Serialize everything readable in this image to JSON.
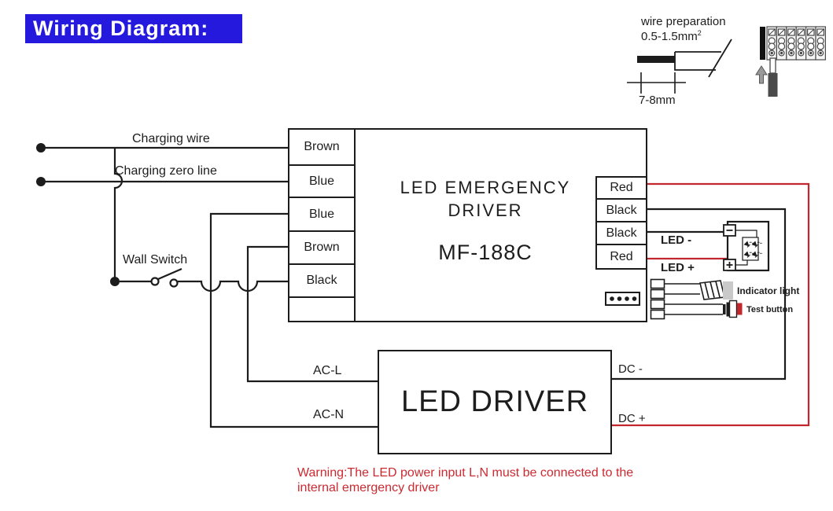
{
  "title": "Wiring Diagram:",
  "colors": {
    "title_bg": "#2419dd",
    "title_text": "#ffffff",
    "wire_black": "#1c1c1c",
    "wire_red": "#c2272e",
    "warning_text": "#cc2a31",
    "indicator_gray": "#c9c9c9"
  },
  "wire_preparation": {
    "label": "wire preparation",
    "size_range": "0.5-1.5mm",
    "size_superscript": "2",
    "strip_length": "7-8mm"
  },
  "emergency_driver": {
    "name_line1": "LED EMERGENCY",
    "name_line2": "DRIVER",
    "model": "MF-188C",
    "left_terminals": [
      "Brown",
      "Blue",
      "Blue",
      "Brown",
      "Black",
      ""
    ],
    "right_terminals": [
      "Red",
      "Black",
      "Black",
      "Red"
    ]
  },
  "led_driver": {
    "label": "LED DRIVER"
  },
  "labels": {
    "charging_wire": "Charging wire",
    "charging_zero_line": "Charging zero line",
    "wall_switch": "Wall Switch",
    "ac_l": "AC-L",
    "ac_n": "AC-N",
    "dc_minus": "DC  -",
    "dc_plus": "DC  +",
    "led_minus": "LED  -",
    "led_plus": "LED  +",
    "indicator_light": "Indicator light",
    "test_button": "Test button"
  },
  "warning": {
    "line1": "Warning:The LED power input L,N must be connected to the",
    "line2": "internal emergency driver"
  }
}
